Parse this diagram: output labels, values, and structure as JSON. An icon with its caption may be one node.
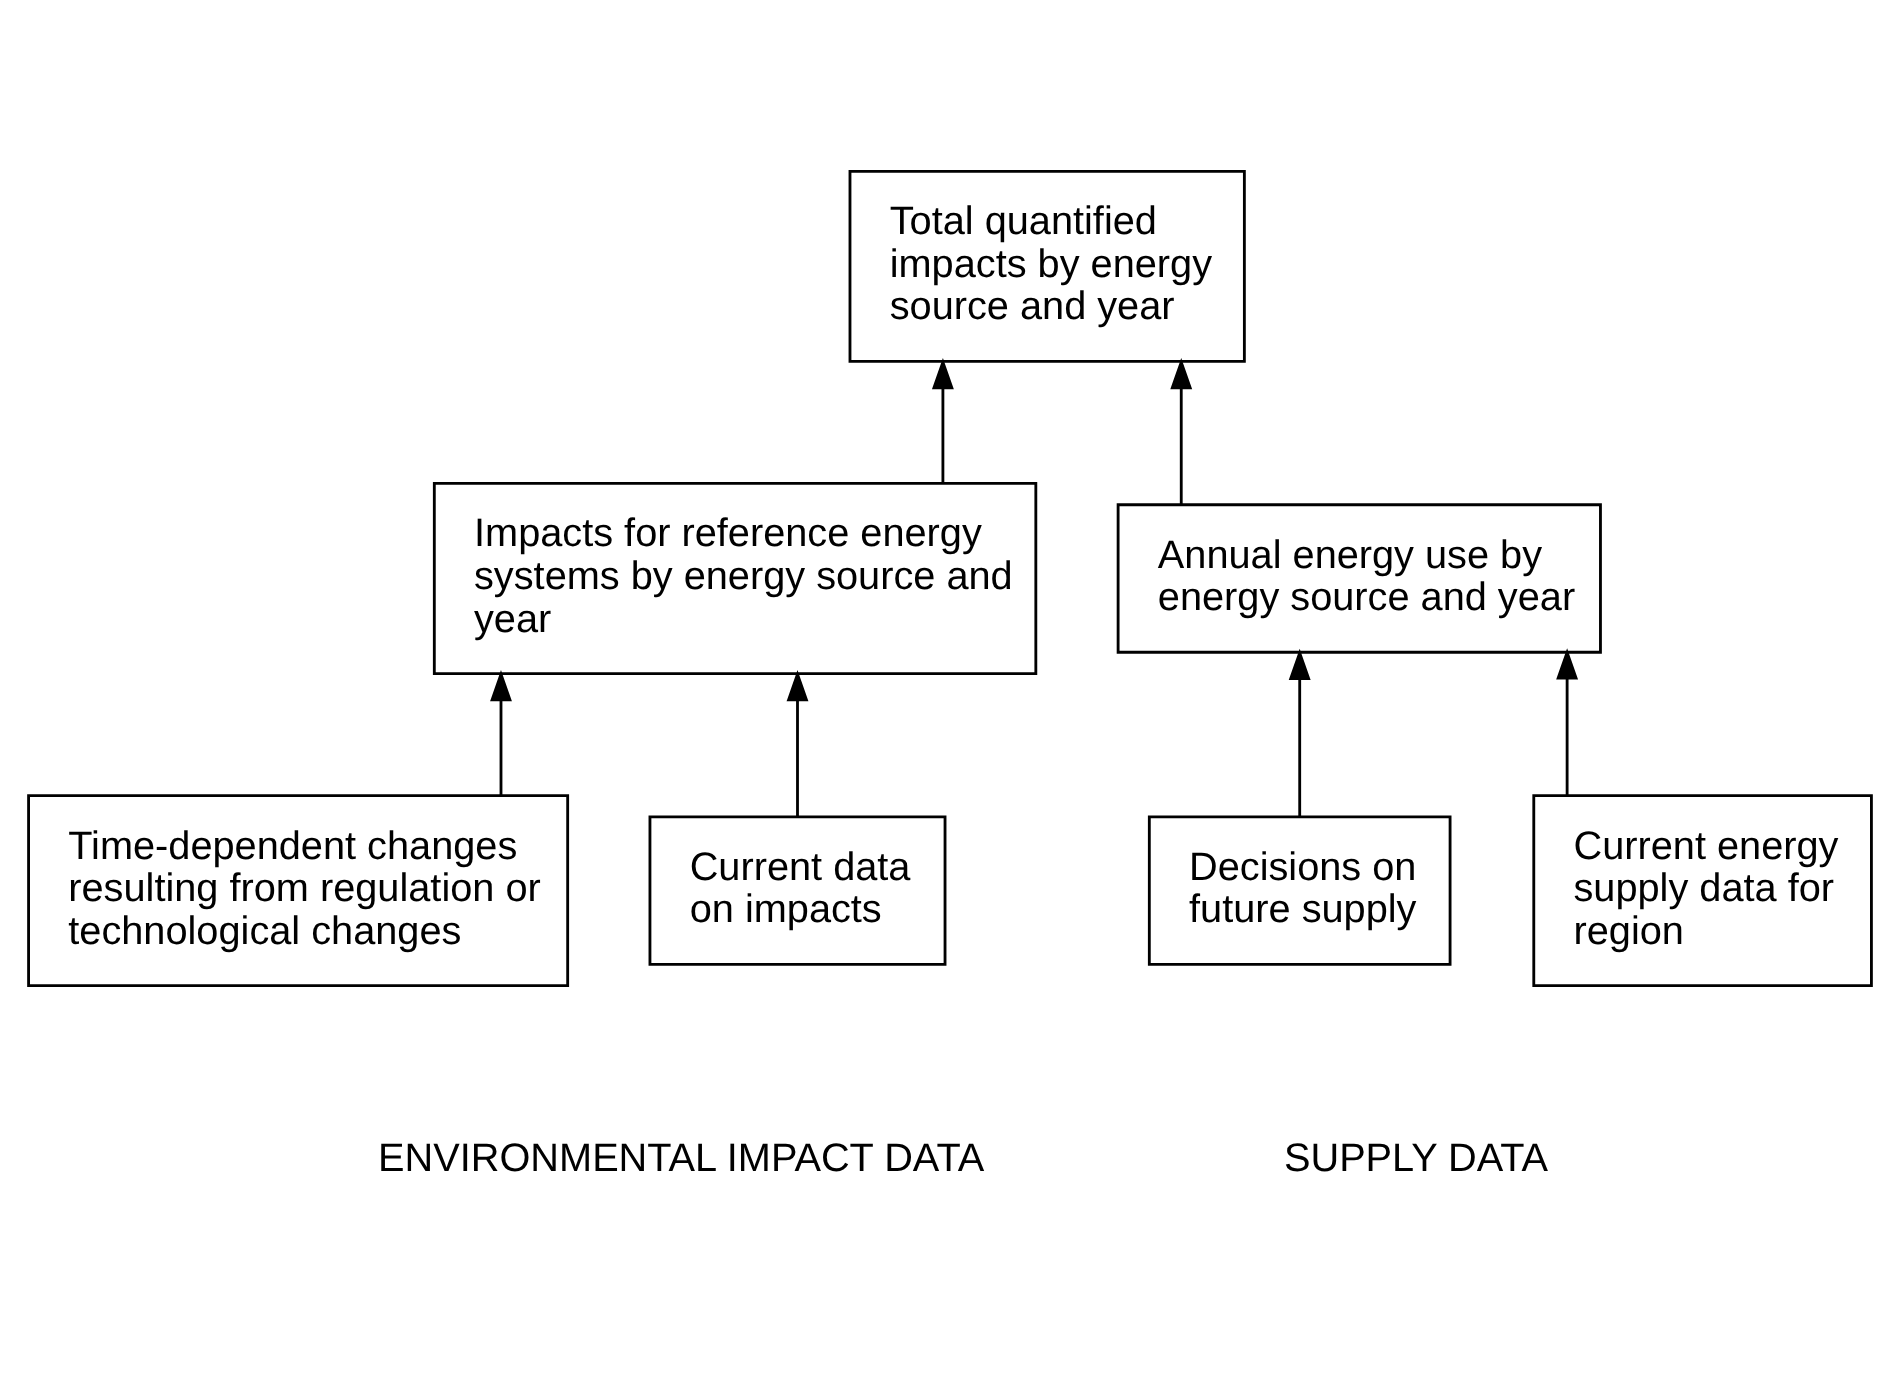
{
  "diagram": {
    "nodes": [
      {
        "text": [
          "Total quantified impacts by energy source and year"
        ]
      },
      {
        "text": [
          "Impacts for reference energy systems by energy source and year"
        ]
      },
      {
        "text": [
          "Annual energy use by energy source and year"
        ]
      },
      {
        "text": [
          "Time-dependent changes resulting from regulation or technological changes"
        ]
      },
      {
        "text": [
          "Current data on impacts"
        ]
      },
      {
        "text": [
          "Decisions on future supply"
        ]
      },
      {
        "text": [
          "Current energy supply data for region"
        ]
      }
    ],
    "edges": [
      {
        "from": 1,
        "to": 0,
        "arrow": "to"
      },
      {
        "from": 2,
        "to": 0,
        "arrow": "to"
      },
      {
        "from": 3,
        "to": 1,
        "arrow": "to"
      },
      {
        "from": 4,
        "to": 1,
        "arrow": "to"
      },
      {
        "from": 5,
        "to": 2,
        "arrow": "to"
      },
      {
        "from": 6,
        "to": 2,
        "arrow": "to"
      }
    ],
    "labels": [
      "ENVIRONMENTAL IMPACT DATA",
      "SUPPLY DATA"
    ]
  }
}
